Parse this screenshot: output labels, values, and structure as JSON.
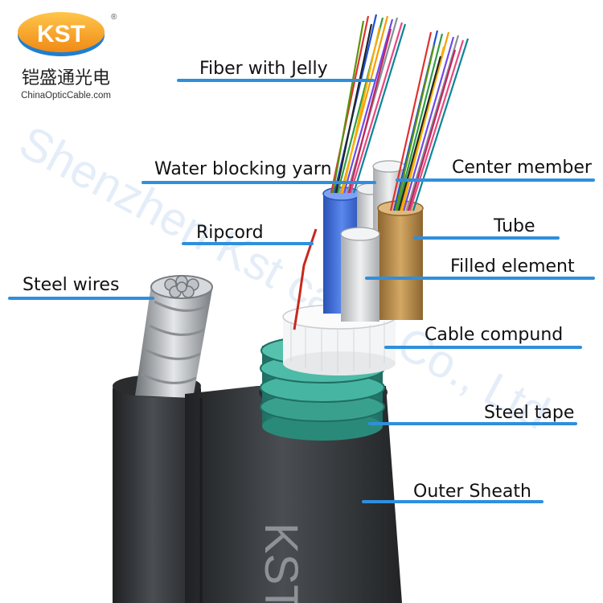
{
  "brand": {
    "logo_text": "KST",
    "registered_mark": "®",
    "chinese_name": "铠盛通光电",
    "website": "ChinaOpticCable.com"
  },
  "watermark": "Shenzhen Kst cable Co., Ltd",
  "sheath_marking": "KST",
  "labels": {
    "fiber": "Fiber with Jelly",
    "water_yarn": "Water blocking yarn",
    "center_member": "Center member",
    "ripcord": "Ripcord",
    "tube": "Tube",
    "filled_element": "Filled element",
    "steel_wires": "Steel wires",
    "cable_compound": "Cable compund",
    "steel_tape": "Steel tape",
    "outer_sheath": "Outer Sheath"
  },
  "colors": {
    "accent_line": "#2f8fdc",
    "logo_orange": "#f5a623",
    "logo_blue": "#1e7fd0",
    "sheath": "#3a3d40",
    "steel_tape": "#3aa08e",
    "tube_blue": "#3f6fd8",
    "tube_tan": "#b88a4a",
    "filler": "#d9dbdd"
  }
}
